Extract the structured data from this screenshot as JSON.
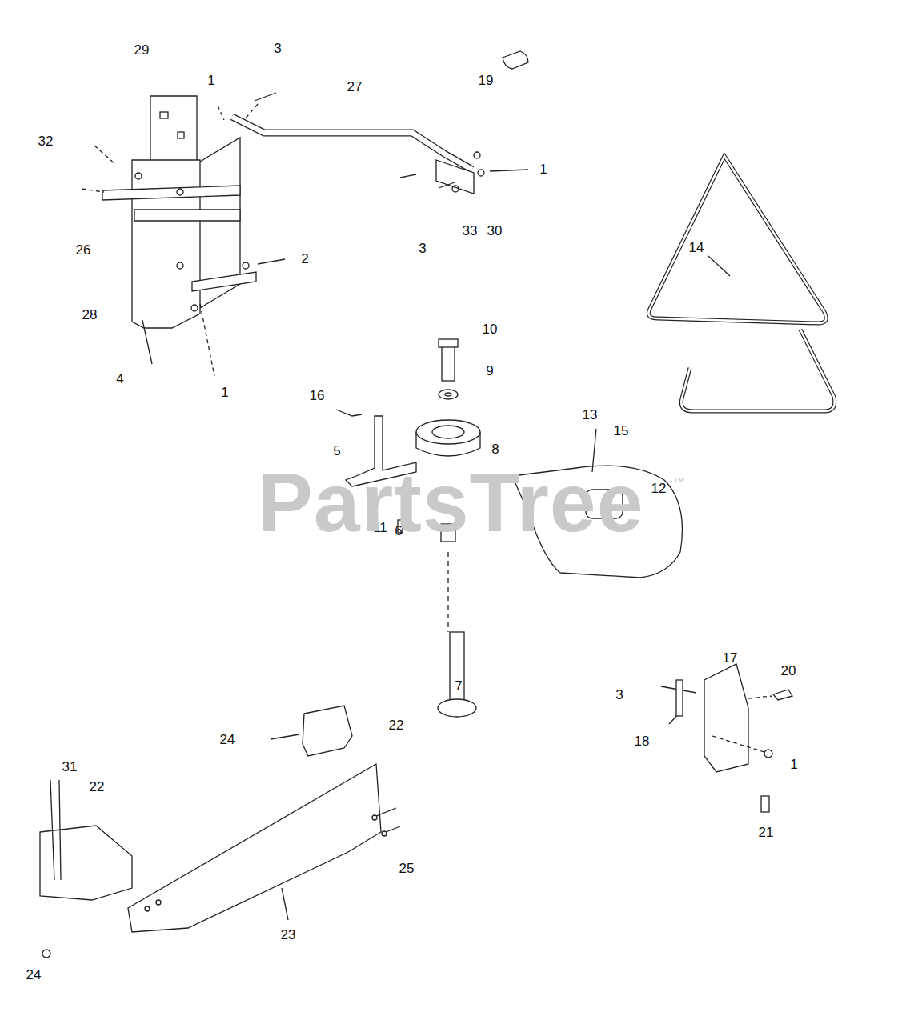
{
  "diagram": {
    "labels": [
      "29",
      "3",
      "1",
      "27",
      "19",
      "32",
      "1",
      "26",
      "3",
      "33",
      "30",
      "2",
      "14",
      "28",
      "4",
      "1",
      "10",
      "9",
      "16",
      "5",
      "8",
      "13",
      "15",
      "12",
      "11",
      "6",
      "7",
      "17",
      "20",
      "3",
      "18",
      "1",
      "21",
      "22",
      "24",
      "31",
      "22",
      "25",
      "23",
      "24",
      "PartsTree",
      "™"
    ]
  }
}
